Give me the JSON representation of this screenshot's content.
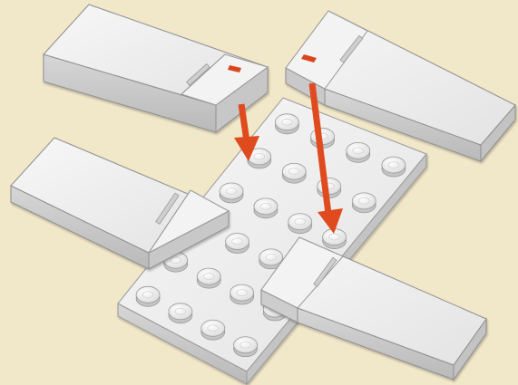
{
  "illustration": {
    "colors": {
      "background": "#f1e7c9",
      "brick_top": "#efefef",
      "brick_side": "#c9c9c9",
      "brick_front": "#dadada",
      "outline": "#8f8f8f",
      "arrow": "#e04a1f",
      "marker": "#d9441c"
    },
    "parts": [
      {
        "role": "baseplate",
        "stud_grid": "4x6"
      },
      {
        "role": "hinge-tile",
        "count": 4
      },
      {
        "role": "placement-arrow",
        "count": 2
      }
    ]
  }
}
